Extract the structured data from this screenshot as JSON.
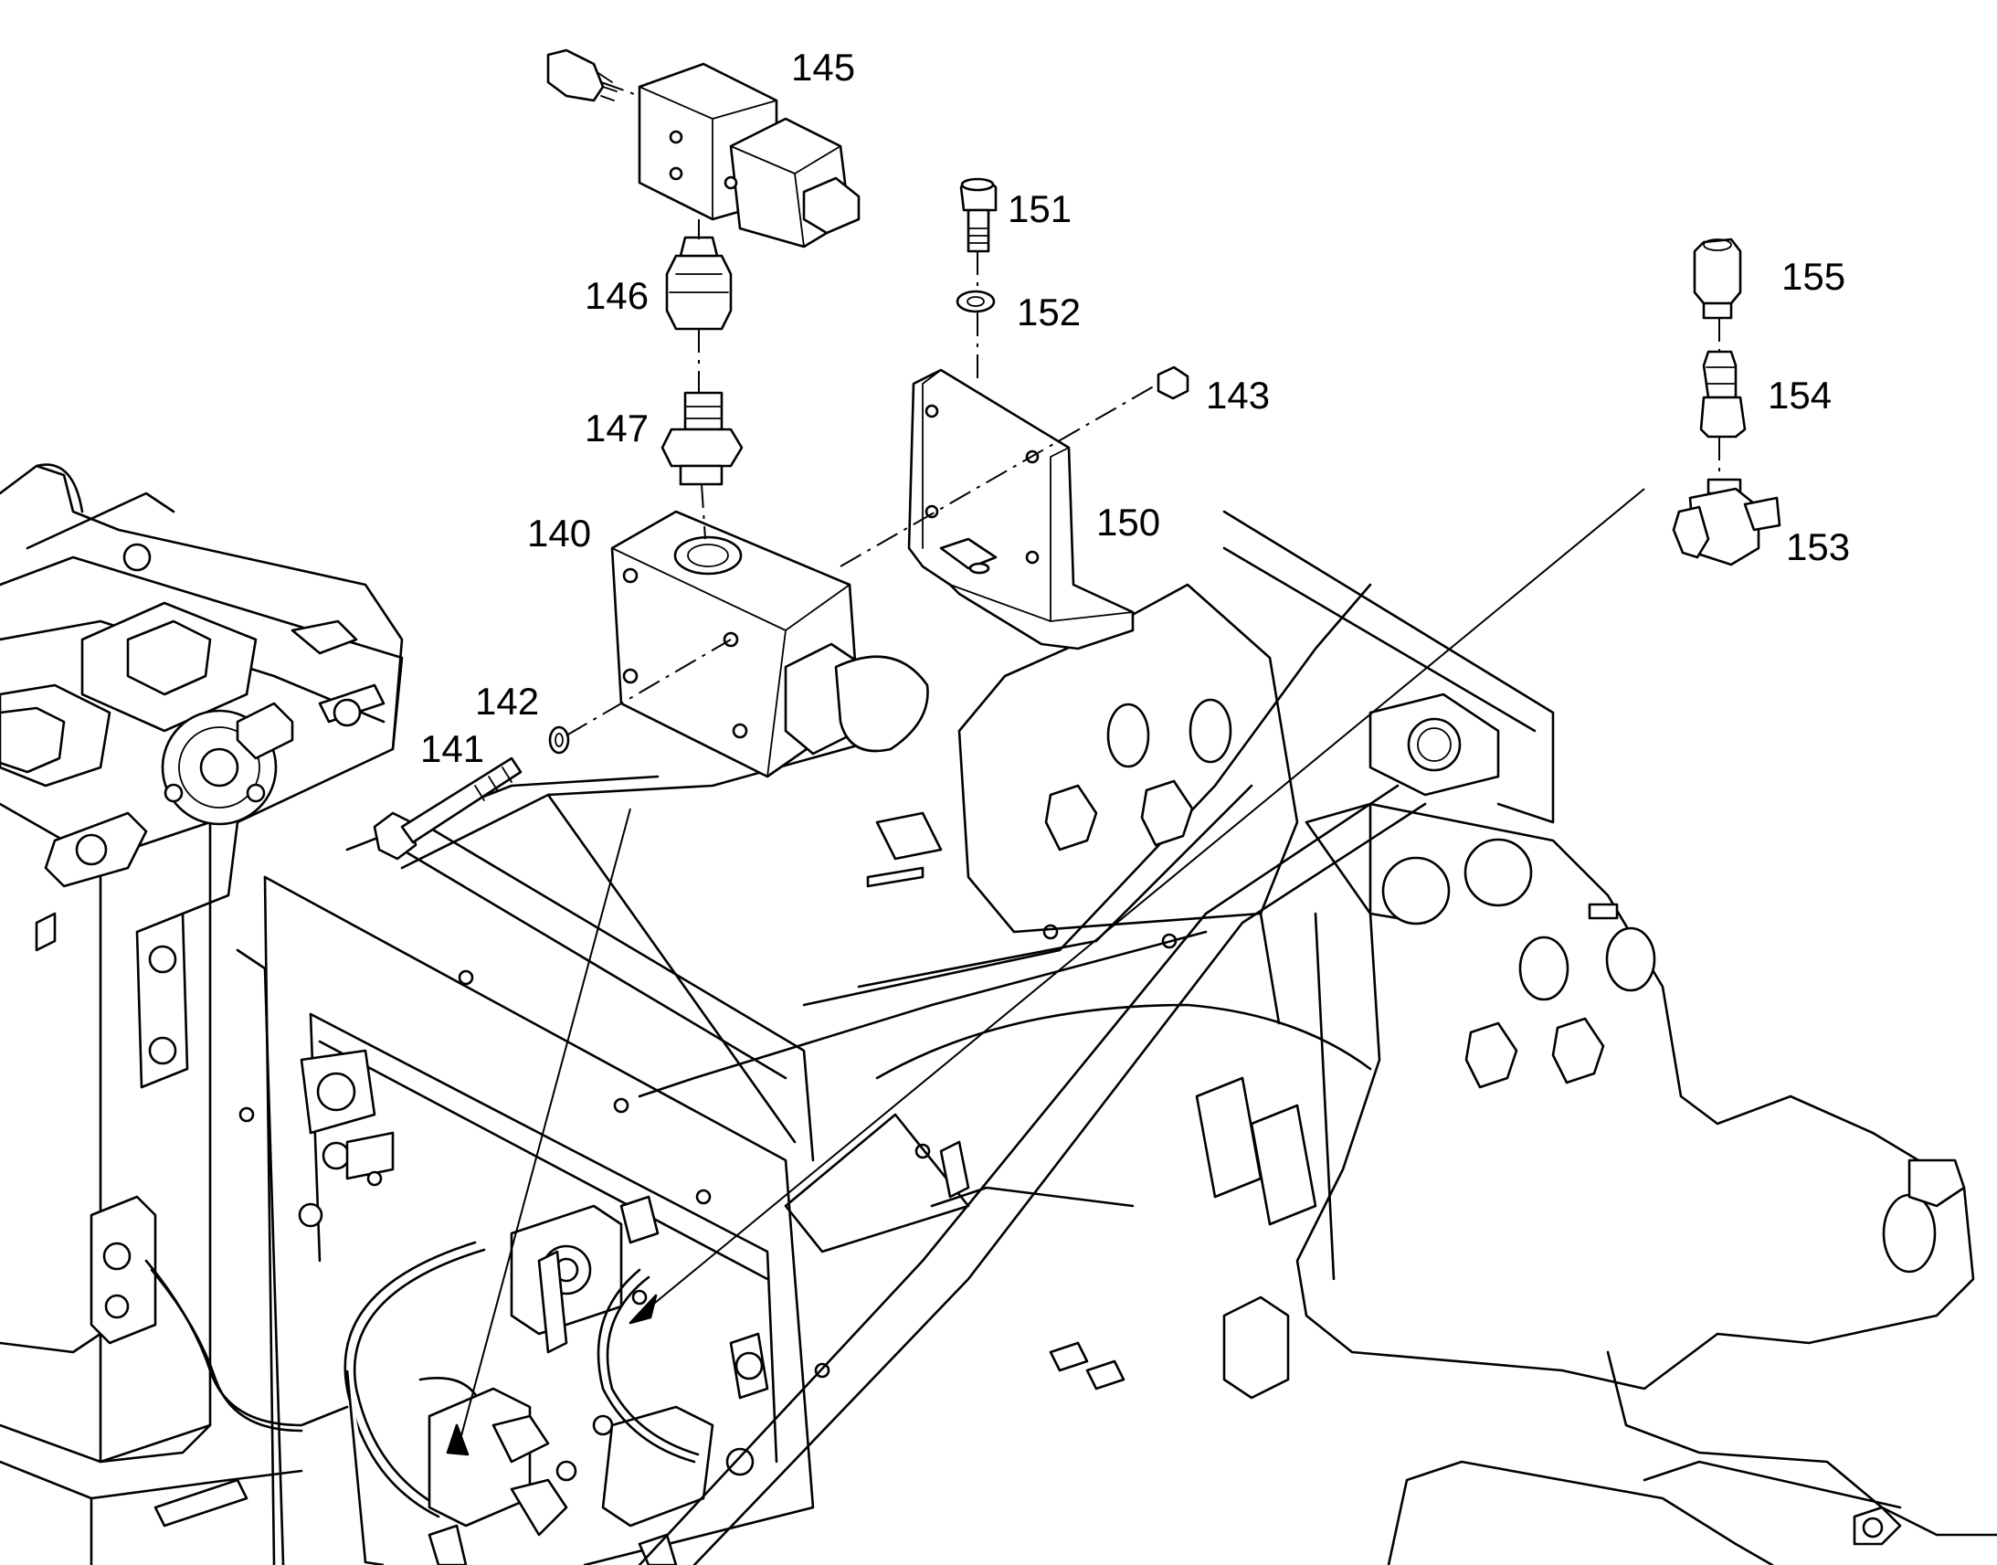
{
  "diagram": {
    "colors": {
      "line": "#000000",
      "background": "#ffffff"
    },
    "labels": [
      {
        "id": "140",
        "text": "140"
      },
      {
        "id": "141",
        "text": "141"
      },
      {
        "id": "142",
        "text": "142"
      },
      {
        "id": "143",
        "text": "143"
      },
      {
        "id": "145",
        "text": "145"
      },
      {
        "id": "146",
        "text": "146"
      },
      {
        "id": "147",
        "text": "147"
      },
      {
        "id": "150",
        "text": "150"
      },
      {
        "id": "151",
        "text": "151"
      },
      {
        "id": "152",
        "text": "152"
      },
      {
        "id": "153",
        "text": "153"
      },
      {
        "id": "154",
        "text": "154"
      },
      {
        "id": "155",
        "text": "155"
      }
    ]
  }
}
